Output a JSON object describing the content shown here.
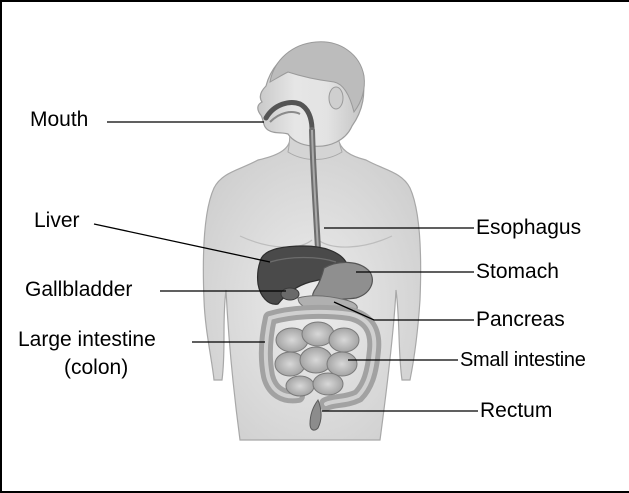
{
  "labels": {
    "mouth": "Mouth",
    "liver": "Liver",
    "gallbladder": "Gallbladder",
    "large_intestine": "Large intestine",
    "colon": "(colon)",
    "esophagus": "Esophagus",
    "stomach": "Stomach",
    "pancreas": "Pancreas",
    "small_intestine": "Small intestine",
    "rectum": "Rectum"
  }
}
